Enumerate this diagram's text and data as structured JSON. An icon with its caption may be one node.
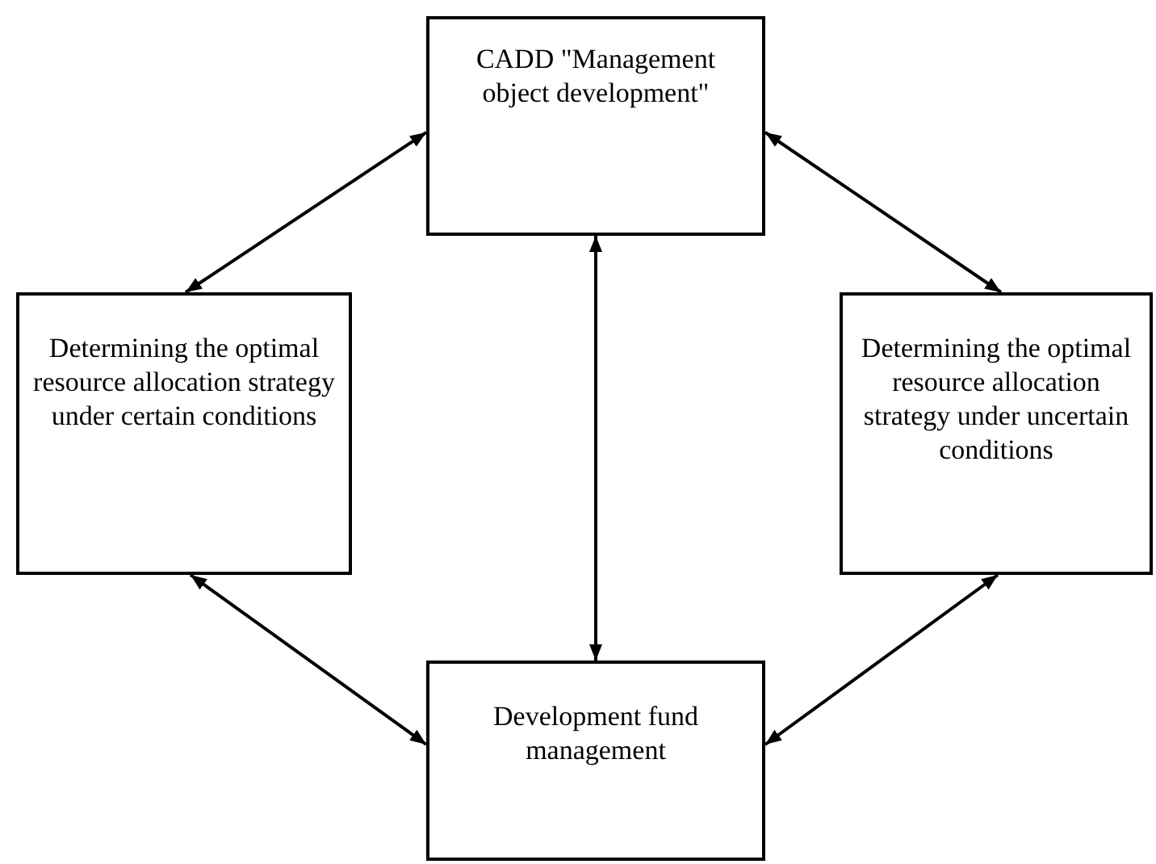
{
  "diagram": {
    "nodes": [
      {
        "text": [
          "CADD \"Management object development\""
        ]
      },
      {
        "text": [
          "Determining the optimal resource allocation strategy under certain conditions"
        ]
      },
      {
        "text": [
          "Determining the optimal resource allocation strategy under uncertain conditions"
        ]
      },
      {
        "text": [
          "Development fund management"
        ]
      }
    ],
    "edges": [
      {
        "from": 0,
        "to": 1,
        "arrow": "both"
      },
      {
        "from": 0,
        "to": 2,
        "arrow": "both"
      },
      {
        "from": 0,
        "to": 3,
        "arrow": "both"
      },
      {
        "from": 1,
        "to": 3,
        "arrow": "both"
      },
      {
        "from": 2,
        "to": 3,
        "arrow": "both"
      }
    ]
  }
}
